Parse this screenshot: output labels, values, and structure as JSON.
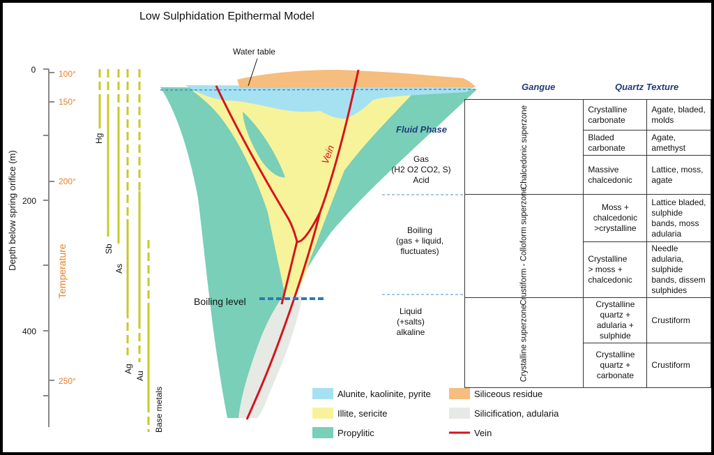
{
  "title": "Low Sulphidation Epithermal Model",
  "water_table_label": "Water table",
  "vein_label": "Vein",
  "boiling_level_label": "Boiling level",
  "axis": {
    "ylabel": "Depth below spring orifice (m)",
    "depth_ticks": [
      "0",
      "200",
      "400"
    ],
    "temperature_label": "Temperature",
    "temperature_ticks": [
      "100°",
      "150°",
      "200°",
      "250°"
    ]
  },
  "elements": [
    "Hg",
    "Sb",
    "As",
    "Ag",
    "Au",
    "Base metals"
  ],
  "fluid_phase": {
    "title": "Fluid Phase",
    "gas": "Gas\n(H2 O2 CO2, S)\nAcid",
    "boiling": "Boiling\n(gas + liquid,\nfluctuates)",
    "liquid": "Liquid\n(+salts)\nalkaline"
  },
  "table": {
    "gangue_header": "Gangue",
    "quartz_header": "Quartz Texture",
    "zones": [
      {
        "name": "Chalcedonic\nsuperzone",
        "rows": [
          {
            "gangue": "Crystalline carbonate",
            "quartz": "Agate, bladed, molds"
          },
          {
            "gangue": "Bladed carbonate",
            "quartz": "Agate, amethyst"
          },
          {
            "gangue": "Massive\nchalcedonic",
            "quartz": "Lattice, moss, agate"
          }
        ]
      },
      {
        "name": "Crustiform - Colloform\nsuperzone",
        "rows": [
          {
            "gangue": "Moss + chalcedonic\n>crystalline",
            "quartz": "Lattice bladed, sulphide\nbands, moss adularia"
          },
          {
            "gangue": "Crystalline\n> moss + chalcedonic",
            "quartz": "Needle adularia, sulphide\nbands, dissem sulphides"
          }
        ]
      },
      {
        "name": "Crystalline\nsuperzone",
        "rows": [
          {
            "gangue": "Crystalline quartz +\nadularia + sulphide",
            "quartz": "Crustiform"
          },
          {
            "gangue": "Crystalline quartz +\ncarbonate",
            "quartz": "Crustiform"
          }
        ]
      }
    ]
  },
  "legend": [
    {
      "label": "Alunite, kaolinite, pyrite",
      "color": "#a6e1f2"
    },
    {
      "label": "Siliceous residue",
      "color": "#f5bd7e"
    },
    {
      "label": "Illite, sericite",
      "color": "#f7f39a"
    },
    {
      "label": "Silicification, adularia",
      "color": "#e6e9e4"
    },
    {
      "label": "Propylitic",
      "color": "#79cfb8"
    },
    {
      "label": "Vein",
      "color": "#d4141c"
    }
  ],
  "colors": {
    "temperature": "#e67e22",
    "header_blue": "#1f3d7a",
    "element_lines": "#c8c82a",
    "dashed_boundary": "#4a90c8"
  }
}
